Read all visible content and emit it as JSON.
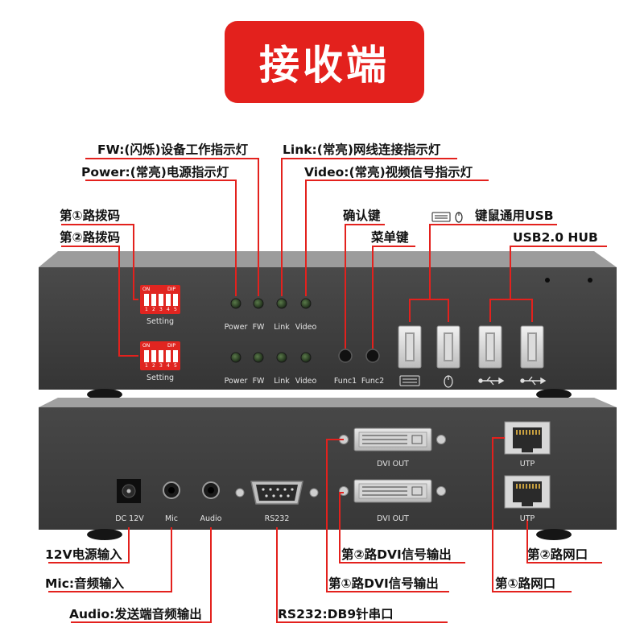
{
  "title": "接收端",
  "callouts": {
    "fw": "FW:(闪烁)设备工作指示灯",
    "power": "Power:(常亮)电源指示灯",
    "link": "Link:(常亮)网线连接指示灯",
    "video": "Video:(常亮)视频信号指示灯",
    "dip1": "第①路拨码",
    "dip2": "第②路拨码",
    "confirm": "确认键",
    "menu": "菜单键",
    "kvm_usb": "键鼠通用USB",
    "usb_hub": "USB2.0 HUB",
    "dc_in": "12V电源输入",
    "mic_in": "Mic:音频输入",
    "audio_out": "Audio:发送端音频输出",
    "rs232": "RS232:DB9针串口",
    "dvi2": "第②路DVI信号输出",
    "dvi1": "第①路DVI信号输出",
    "net2": "第②路网口",
    "net1": "第①路网口"
  },
  "front_panel": {
    "dip_on": "ON",
    "dip_dip": "DIP",
    "dip_numbers": [
      "1",
      "2",
      "3",
      "4",
      "5"
    ],
    "setting": "Setting",
    "led_labels": [
      "Power",
      "FW",
      "Link",
      "Video"
    ],
    "button_labels": [
      "Func1",
      "Func2"
    ]
  },
  "rear_panel": {
    "dc": "DC 12V",
    "mic": "Mic",
    "audio": "Audio",
    "rs232": "RS232",
    "dvi_out": "DVI OUT",
    "utp": "UTP"
  }
}
